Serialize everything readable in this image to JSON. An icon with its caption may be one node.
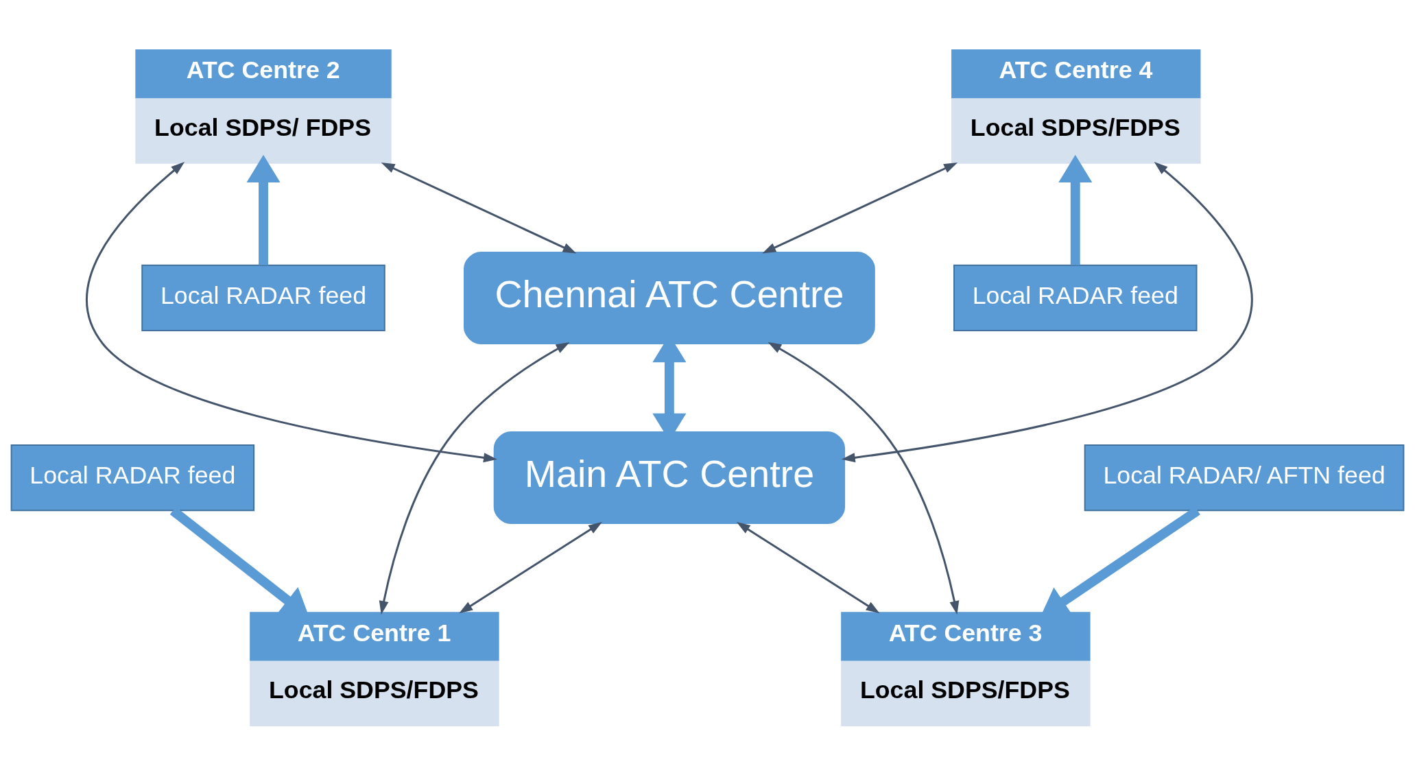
{
  "diagram": {
    "nodes": [
      {
        "text": [
          "ATC Centre 1",
          "Local SDPS/FDPS"
        ]
      },
      {
        "text": [
          "Local RADAR feed"
        ]
      },
      {
        "text": [
          "ATC Centre 3",
          "Local SDPS/FDPS"
        ]
      },
      {
        "text": [
          "Local RADAR/ AFTN feed"
        ]
      },
      {
        "text": [
          "Main ATC Centre"
        ]
      },
      {
        "text": [
          "ATC Centre 2",
          "Local SDPS/ FDPS"
        ]
      },
      {
        "text": [
          "Local RADAR feed"
        ]
      },
      {
        "text": [
          "ATC Centre 4",
          "Local SDPS/FDPS"
        ]
      },
      {
        "text": [
          "Chennai ATC Centre"
        ]
      },
      {
        "text": [
          "Local RADAR feed"
        ]
      }
    ],
    "edges": [
      {
        "from": 0,
        "to": 4,
        "arrow": "both"
      },
      {
        "from": 0,
        "to": 8,
        "arrow": "both"
      },
      {
        "from": 2,
        "to": 4,
        "arrow": "both"
      },
      {
        "from": 2,
        "to": 8,
        "arrow": "both"
      },
      {
        "from": 5,
        "to": 4,
        "arrow": "both"
      },
      {
        "from": 5,
        "to": 8,
        "arrow": "both"
      },
      {
        "from": 7,
        "to": 4,
        "arrow": "both"
      },
      {
        "from": 7,
        "to": 8,
        "arrow": "both"
      },
      {
        "from": 4,
        "to": 8,
        "arrow": "both",
        "style": "thick",
        "color": "#5b9bd5"
      },
      {
        "from": 1,
        "to": 0,
        "arrow": "to",
        "style": "thick",
        "color": "#5b9bd5"
      },
      {
        "from": 3,
        "to": 2,
        "arrow": "to",
        "style": "thick",
        "color": "#5b9bd5"
      },
      {
        "from": 6,
        "to": 5,
        "arrow": "to",
        "style": "thick",
        "color": "#5b9bd5"
      },
      {
        "from": 9,
        "to": 7,
        "arrow": "to",
        "style": "thick",
        "color": "#5b9bd5"
      }
    ]
  }
}
